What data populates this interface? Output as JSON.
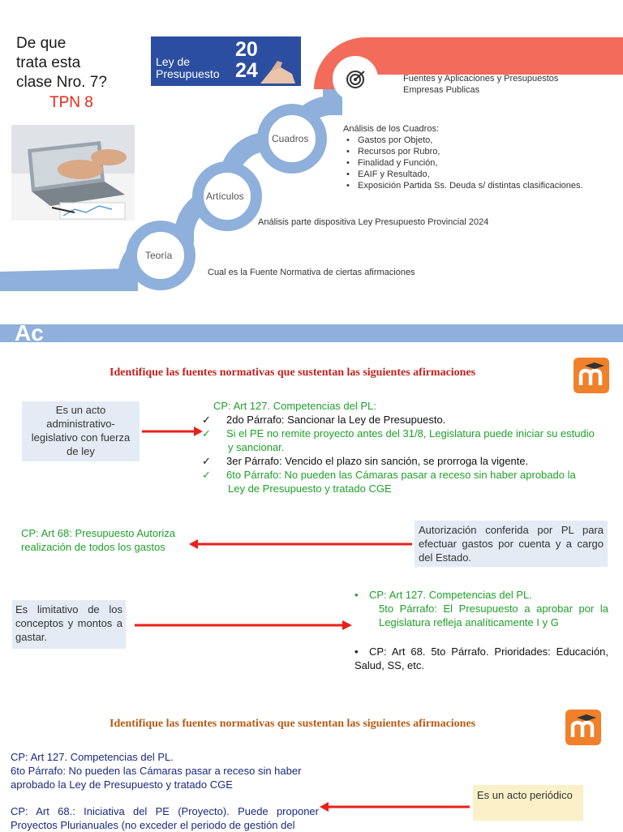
{
  "slide1": {
    "title_lines": [
      "De que",
      "trata esta",
      "clase Nro. 7?"
    ],
    "tpn": "TPN 8",
    "banner": {
      "text": "Ley de\nPresupuesto",
      "year_top": "20",
      "year_bottom": "24"
    },
    "stages": [
      {
        "label": "Cuadros"
      },
      {
        "label": "Artículos"
      },
      {
        "label": "Teoría"
      }
    ],
    "top_text": "Fuentes y Aplicaciones y Presupuestos\nEmpresas Publicas",
    "cuadros_title": "Análisis de los Cuadros:",
    "cuadros_items": [
      "Gastos por Objeto,",
      "Recursos por Rubro,",
      "Finalidad y Función,",
      "EAIF y Resultado,",
      "Exposición Partida Ss. Deuda s/ distintas clasificaciones."
    ],
    "articulos_text": "Análisis parte dispositiva Ley Presupuesto Provincial 2024",
    "teoria_text": "Cual es la Fuente Normativa de ciertas afirmaciones",
    "colors": {
      "curve_top": "#f26b5b",
      "curve_blue": "#8eb0da"
    }
  },
  "slide2": {
    "corner_text": "Ac",
    "heading": "Identifique las fuentes normativas que sustentan las siguientes afirmaciones",
    "box1": "Es un acto\nadministrativo-\nlegislativo con fuerza\nde ley",
    "cp127_title": "CP: Art 127. Competencias del PL:",
    "cp127_items": [
      {
        "text": "2do Párrafo: Sancionar la Ley de Presupuesto.",
        "color": "dark"
      },
      {
        "text": "Si el PE no remite proyecto antes del 31/8, Legislatura puede iniciar su estudio y sancionar.",
        "color": "green"
      },
      {
        "text": "3er Párrafo: Vencido el plazo sin sanción, se prorroga la vigente.",
        "color": "dark"
      },
      {
        "text": "6to Párrafo: No pueden las  Cámaras pasar a receso sin haber aprobado la Ley de Presupuesto y tratado CGE",
        "color": "green"
      }
    ],
    "cp68_text": "CP: Art 68: Presupuesto Autoriza\nrealización de todos los gastos",
    "box2": "Autorización conferida por PL para efectuar gastos por cuenta y a cargo del Estado.",
    "box3": "Es limitativo de los conceptos y montos a gastar.",
    "cp127b_title": "CP: Art 127. Competencias del PL.",
    "cp127b_sub": "5to Párrafo: El Presupuesto a  aprobar por la Legislatura refleja analíticamente I y G",
    "cp68b": "CP: Art 68. 5to Párrafo. Prioridades: Educación, Salud, SS, etc."
  },
  "slide3": {
    "heading": "Identifique las fuentes normativas que sustentan las siguientes afirmaciones",
    "cp127_text": "CP: Art 127. Competencias del PL.\n6to Párrafo: No pueden las Cámaras pasar a receso sin haber aprobado la Ley de Presupuesto y tratado CGE",
    "cp68_text": "CP: Art 68.: Iniciativa del PE (Proyecto). Puede proponer Proyectos Plurianuales (no exceder el periodo de gestión del",
    "box": "Es un acto periódico"
  }
}
